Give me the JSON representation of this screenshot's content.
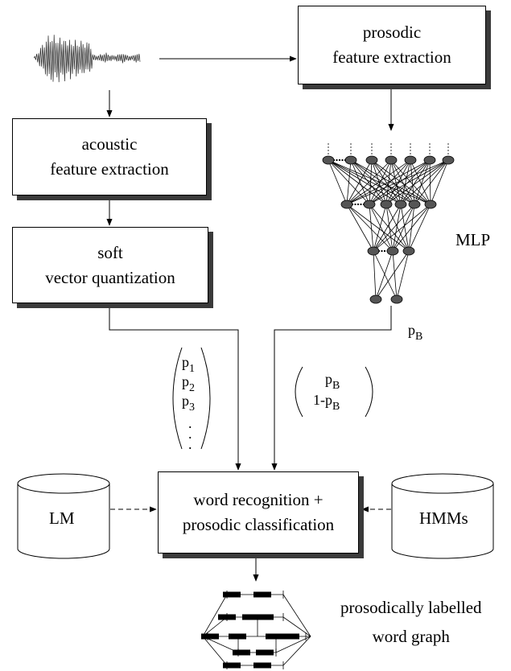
{
  "boxes": {
    "prosodic_fe": [
      "prosodic",
      "feature extraction"
    ],
    "acoustic_fe": [
      "acoustic",
      "feature extraction"
    ],
    "soft_vq": [
      "soft",
      "vector quantization"
    ],
    "word_recognition": [
      "word recognition +",
      "prosodic classification"
    ]
  },
  "databases": {
    "lm": "LM",
    "hmms": "HMMs"
  },
  "labels": {
    "mlp": "MLP",
    "output_graph": [
      "prosodically labelled",
      "word graph"
    ]
  },
  "math": {
    "pb_symbol": "p",
    "pb_sub": "B",
    "vq_vector": [
      {
        "sym": "p",
        "sub": "1"
      },
      {
        "sym": "p",
        "sub": "2"
      },
      {
        "sym": "p",
        "sub": "3"
      }
    ],
    "prob_vector": [
      {
        "pre": "",
        "sym": "p",
        "sub": "B"
      },
      {
        "pre": "1-",
        "sym": "p",
        "sub": "B"
      }
    ]
  },
  "mlp_layers": [
    7,
    6,
    3,
    2
  ],
  "colors": {
    "line": "#000000",
    "shadow": "#3a3a3a",
    "node": "#555555"
  }
}
